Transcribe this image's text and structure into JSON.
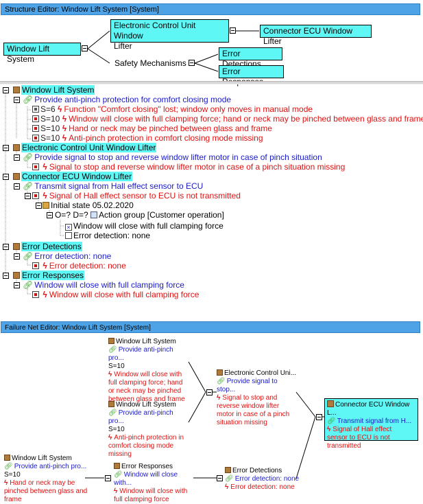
{
  "structure_editor": {
    "title": "Structure Editor: Window Lift System [System]",
    "nodes": {
      "root": "Window Lift System",
      "ecu_line1": "Electronic Control Unit Window",
      "ecu_line2": "Lifter",
      "connector": "Connector ECU Window Lifter",
      "safety": "Safety Mechanisms",
      "error_detections": "Error Detections",
      "error_responses": "Error Responses"
    }
  },
  "tree": {
    "n1": "Window Lift System",
    "n1_f1": "Provide anti-pinch protection for comfort closing mode",
    "n1_f1_e1_s": "S=6",
    "n1_f1_e1": "Function \"Comfort closing\" lost; window only moves in manual mode",
    "n1_f1_e2_s": "S=10",
    "n1_f1_e2": "Window will close with full clamping force; hand or neck may be pinched between glass and frame",
    "n1_f1_e3_s": "S=10",
    "n1_f1_e3": "Hand or neck may be pinched between glass and frame",
    "n1_f1_e4_s": "S=10",
    "n1_f1_e4": "Anti-pinch protection in comfort closing mode missing",
    "n2": "Electronic Control Unit Window Lifter",
    "n2_f1": "Provide signal to stop and reverse window lifter motor in case of pinch situation",
    "n2_f1_e1": "Signal to stop and reverse window lifter motor in case of a pinch situation missing",
    "n3": "Connector ECU Window Lifter",
    "n3_f1": "Transmit signal from Hall effect sensor to ECU",
    "n3_f1_e1": "Signal of Hall effect sensor to ECU is not transmitted",
    "n3_init": "Initial state 05.02.2020",
    "n3_action_prefix": "O=? D=?",
    "n3_action": "Action group [Customer operation]",
    "n3_act1": "Window will close with full clamping force",
    "n3_act2": "Error detection: none",
    "n4": "Error Detections",
    "n4_f1": "Error detection: none",
    "n4_f1_e1": "Error detection: none",
    "n5": "Error Responses",
    "n5_f1": "Window will close with full clamping force",
    "n5_f1_e1": "Window will close with full clamping force"
  },
  "failure_net": {
    "title": "Failure Net Editor: Window Lift System [System]",
    "a_title": "Window Lift System",
    "a_func": "Provide anti-pinch pro...",
    "a_sev": "S=10",
    "a_err1": "Window will close with",
    "a_err2": "full clamping force; hand",
    "a_err3": "or neck may be pinched",
    "a_err4": "between glass and frame",
    "b_title": "Window Lift System",
    "b_func": "Provide anti-pinch pro...",
    "b_sev": "S=10",
    "b_err1": "Anti-pinch protection in",
    "b_err2": "comfort closing mode",
    "b_err3": "missing",
    "c_title": "Electronic Control Uni...",
    "c_func": "Provide signal to stop...",
    "c_err1": "Signal to stop and",
    "c_err2": "reverse window lifter",
    "c_err3": "motor in case of a pinch",
    "c_err4": "situation missing",
    "d_title": "Connector ECU Window L...",
    "d_func": "Transmit signal from H...",
    "d_err1": "Signal of Hall effect",
    "d_err2": "sensor to ECU is not",
    "d_err3": "transmitted",
    "e_title": "Window Lift System",
    "e_func": "Provide anti-pinch pro...",
    "e_sev": "S=10",
    "e_err1": "Hand or neck may be",
    "e_err2": "pinched between glass and",
    "e_err3": "frame",
    "f_title": "Error Responses",
    "f_func": "Window will close with...",
    "f_err1": "Window will close with",
    "f_err2": "full clamping force",
    "g_title": "Error Detections",
    "g_func": "Error detection: none",
    "g_err": "Error detection: none"
  },
  "colors": {
    "highlight": "#5ff7f5",
    "titlebar": "#4da3e6",
    "function_text": "#1a1acc",
    "error_text": "#e01010"
  }
}
